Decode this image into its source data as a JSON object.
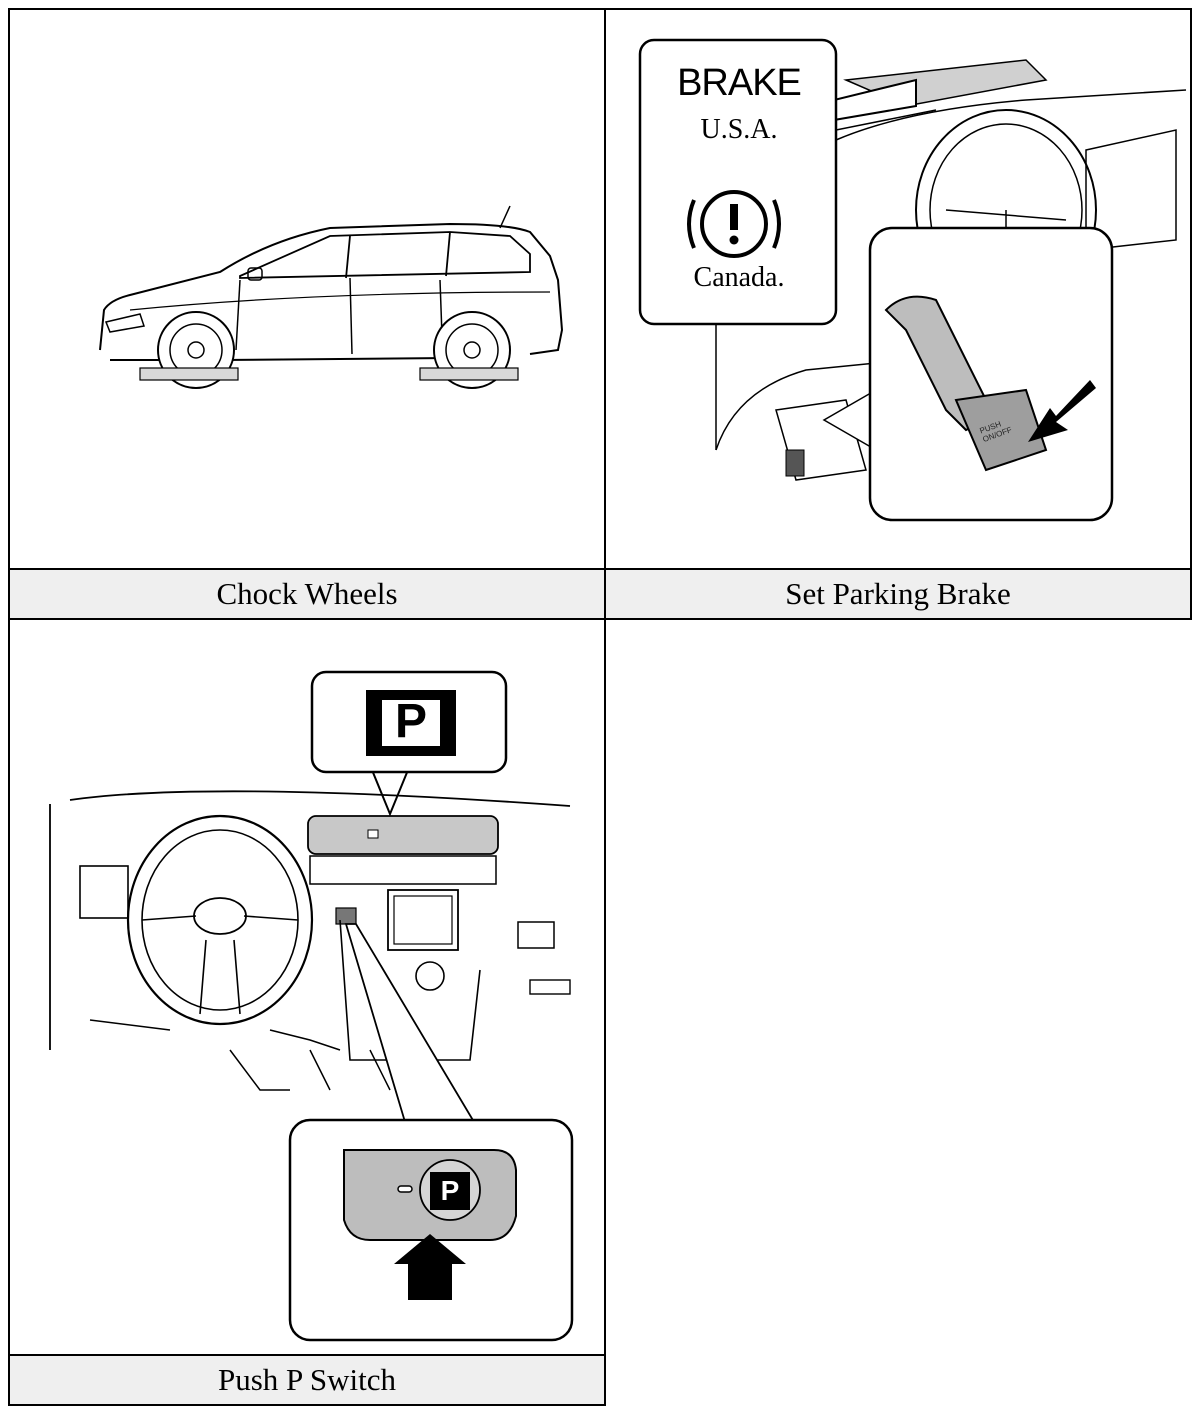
{
  "panels": [
    {
      "caption": "Chock Wheels",
      "illustration": "hatchback-with-wheel-chocks"
    },
    {
      "caption": "Set Parking Brake",
      "illustration": "parking-brake-pedal-with-indicator",
      "callout": {
        "brake_word": "BRAKE",
        "region_usa": "U.S.A.",
        "region_canada": "Canada.",
        "icon": "brake-warning-icon"
      },
      "pedal_text": "PUSH ON/OFF"
    },
    {
      "caption": "Push P Switch",
      "illustration": "dashboard-with-p-switch",
      "callout_symbol": "P",
      "switch_symbol": "P"
    }
  ],
  "colors": {
    "caption_bg": "#efefef",
    "border": "#000000",
    "panel_gray": "#bdbdbd"
  }
}
